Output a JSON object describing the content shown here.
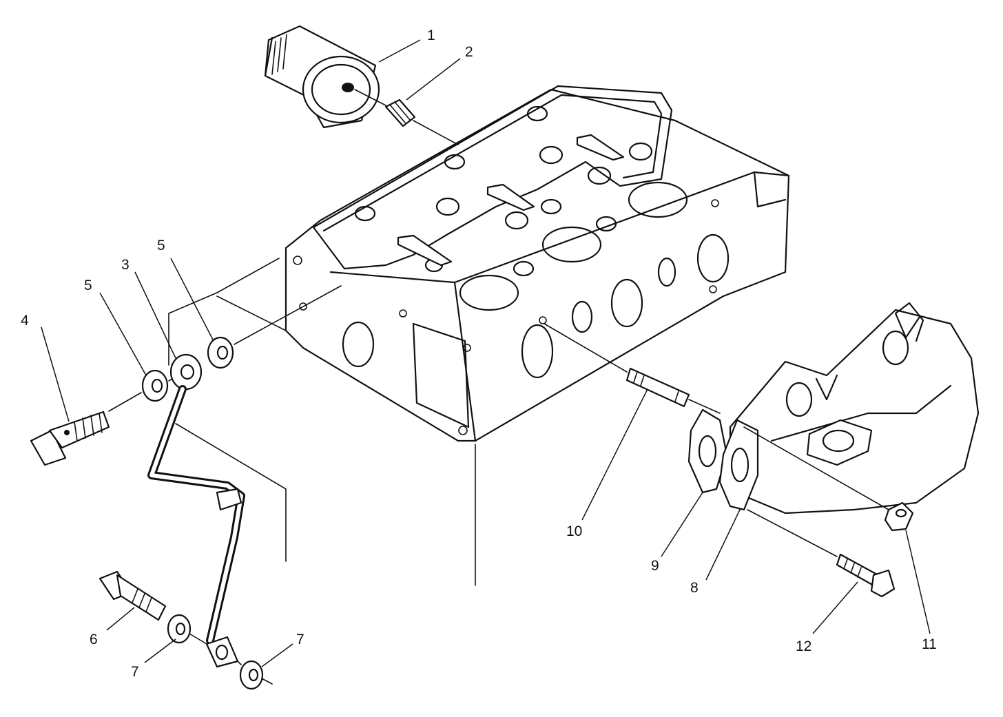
{
  "callouts": [
    {
      "id": "c1",
      "text": "1"
    },
    {
      "id": "c2",
      "text": "2"
    },
    {
      "id": "c3",
      "text": "3"
    },
    {
      "id": "c4",
      "text": "4"
    },
    {
      "id": "c5a",
      "text": "5"
    },
    {
      "id": "c5b",
      "text": "5"
    },
    {
      "id": "c6",
      "text": "6"
    },
    {
      "id": "c7a",
      "text": "7"
    },
    {
      "id": "c7b",
      "text": "7"
    },
    {
      "id": "c8",
      "text": "8"
    },
    {
      "id": "c9",
      "text": "9"
    },
    {
      "id": "c10",
      "text": "10"
    },
    {
      "id": "c11",
      "text": "11"
    },
    {
      "id": "c12",
      "text": "12"
    }
  ]
}
